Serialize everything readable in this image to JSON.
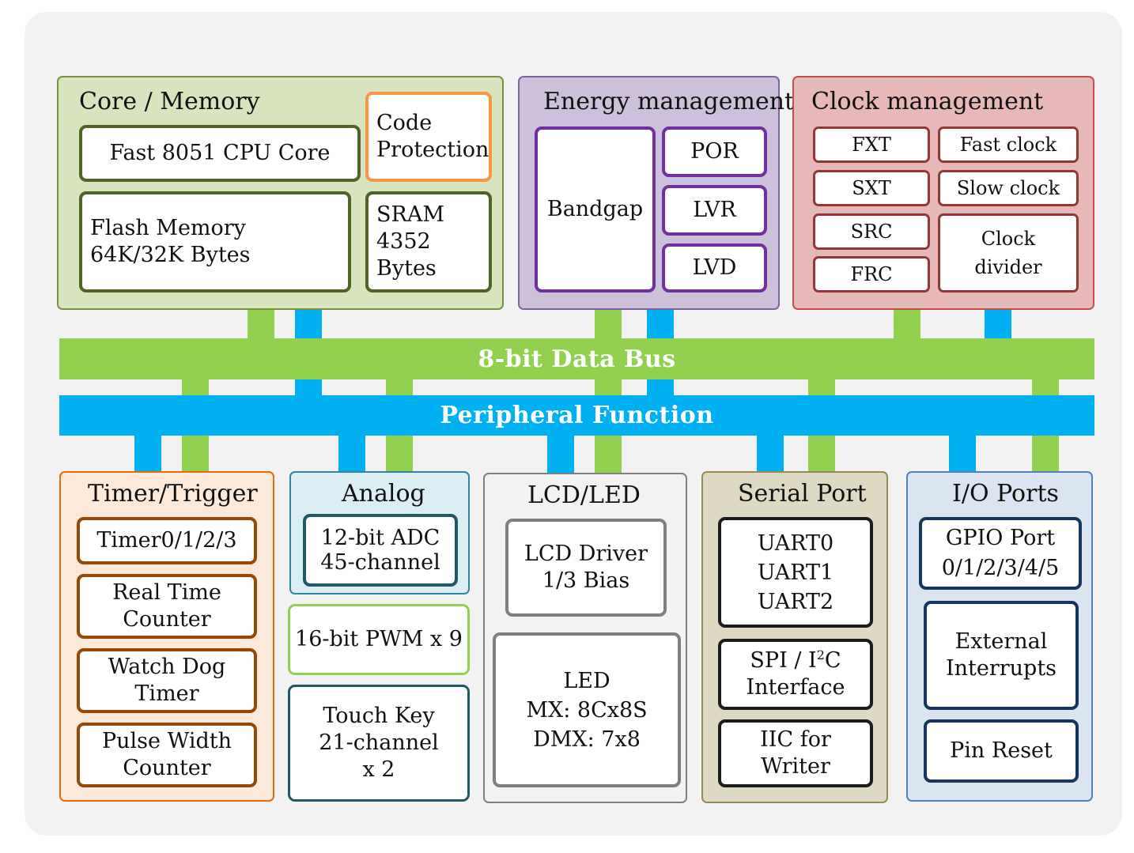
{
  "bus": {
    "data_bus": "8-bit Data Bus",
    "peripheral_bus": "Peripheral Function"
  },
  "core_memory": {
    "title": "Core / Memory",
    "cpu": "Fast 8051 CPU Core",
    "code_protection": "Code\nProtection",
    "flash": "Flash Memory\n64K/32K Bytes",
    "sram": "SRAM\n4352 Bytes"
  },
  "energy": {
    "title": "Energy management",
    "bandgap": "Bandgap",
    "por": "POR",
    "lvr": "LVR",
    "lvd": "LVD"
  },
  "clock": {
    "title": "Clock management",
    "fxt": "FXT",
    "sxt": "SXT",
    "src": "SRC",
    "frc": "FRC",
    "fast_clock": "Fast clock",
    "slow_clock": "Slow clock",
    "clock_divider": "Clock\ndivider"
  },
  "timer": {
    "title": "Timer/Trigger",
    "timer": "Timer0/1/2/3",
    "rtc": "Real Time\nCounter",
    "wdt": "Watch Dog\nTimer",
    "pwc": "Pulse Width\nCounter"
  },
  "analog": {
    "title": "Analog",
    "adc": "12-bit ADC\n45-channel",
    "pwm": "16-bit PWM x 9",
    "touch": "Touch Key\n21-channel\nx 2"
  },
  "lcd": {
    "title": "LCD/LED",
    "lcd_driver": "LCD Driver\n1/3 Bias",
    "led": "LED\nMX: 8Cx8S\nDMX: 7x8"
  },
  "serial": {
    "title": "Serial Port",
    "uart": "UART0\nUART1\nUART2",
    "spi_prefix": "SPI / I",
    "spi_sup": "2",
    "spi_suffix": "C",
    "spi_line2": "Interface",
    "iic": "IIC for\nWriter"
  },
  "io": {
    "title": "I/O Ports",
    "gpio": "GPIO Port\n0/1/2/3/4/5",
    "ext_int": "External\nInterrupts",
    "pin_reset": "Pin Reset"
  },
  "colors": {
    "bus_green": "#92d050",
    "bus_blue": "#00b0f0"
  }
}
